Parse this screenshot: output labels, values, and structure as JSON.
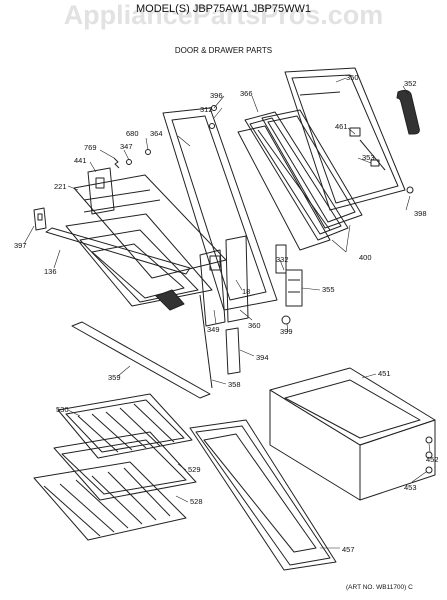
{
  "watermark": "AppliancePartsPros.com",
  "header": {
    "model": "MODEL(S) JBP75AW1  JBP75WW1",
    "subtitle": "DOOR & DRAWER PARTS"
  },
  "art_number": "(ART NO. WB11700) C",
  "part_labels": {
    "p350": "350",
    "p352": "352",
    "p396": "396",
    "p312": "312",
    "p366": "366",
    "p364": "364",
    "p680": "680",
    "p769": "769",
    "p347": "347",
    "p441": "441",
    "p221": "221",
    "p397": "397",
    "p136": "136",
    "p461": "461",
    "p353": "353",
    "p398": "398",
    "p400": "400",
    "p332": "332",
    "p18": "18",
    "p355": "355",
    "p399": "399",
    "p349": "349",
    "p360": "360",
    "p394": "394",
    "p359": "359",
    "p358": "358",
    "p451": "451",
    "p530": "530",
    "p529": "529",
    "p528": "528",
    "p452": "452",
    "p453": "453",
    "p457": "457"
  }
}
